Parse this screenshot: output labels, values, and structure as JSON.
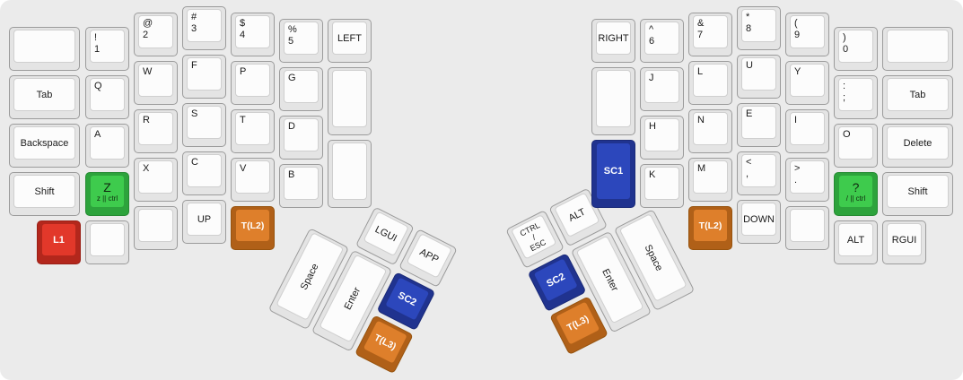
{
  "colors": {
    "board_background": "#ebebeb",
    "key_white": "#fcfcfc",
    "key_green": "#3ecb4d",
    "key_red": "#e2382a",
    "key_orange": "#de7f2b",
    "key_blue": "#2c47bc"
  },
  "keyboard": {
    "left": {
      "main": [
        {
          "t": ""
        },
        {
          "t": "!\n1"
        },
        {
          "t": "@\n2"
        },
        {
          "t": "#\n3"
        },
        {
          "t": "$\n4"
        },
        {
          "t": "%\n5"
        },
        {
          "t": "LEFT"
        },
        {
          "t": "Tab"
        },
        {
          "t": "Q"
        },
        {
          "t": "W"
        },
        {
          "t": "F"
        },
        {
          "t": "P"
        },
        {
          "t": "G"
        },
        {
          "t": ""
        },
        {
          "t": "Backspace"
        },
        {
          "t": "A"
        },
        {
          "t": "R"
        },
        {
          "t": "S"
        },
        {
          "t": "T"
        },
        {
          "t": "D"
        },
        {
          "t": ""
        },
        {
          "t": "Shift"
        },
        {
          "t": "Z",
          "s": "z || ctrl",
          "color": "green"
        },
        {
          "t": "X"
        },
        {
          "t": "C"
        },
        {
          "t": "V"
        },
        {
          "t": "B"
        },
        {
          "t": "L1",
          "color": "red"
        },
        {
          "t": ""
        },
        {
          "t": ""
        },
        {
          "t": "UP"
        },
        {
          "t": "T(L2)",
          "color": "orange"
        }
      ],
      "thumb": [
        {
          "t": "LGUI"
        },
        {
          "t": "APP"
        },
        {
          "t": "Space"
        },
        {
          "t": "Enter"
        },
        {
          "t": "SC2",
          "color": "blue"
        },
        {
          "t": "T(L3)",
          "color": "orange"
        }
      ]
    },
    "right": {
      "main": [
        {
          "t": "RIGHT"
        },
        {
          "t": "^\n6"
        },
        {
          "t": "&\n7"
        },
        {
          "t": "*\n8"
        },
        {
          "t": "(\n9"
        },
        {
          "t": ")\n0"
        },
        {
          "t": ""
        },
        {
          "t": ""
        },
        {
          "t": "J"
        },
        {
          "t": "L"
        },
        {
          "t": "U"
        },
        {
          "t": "Y"
        },
        {
          "t": ":\n;"
        },
        {
          "t": "Tab"
        },
        {
          "t": "SC1",
          "color": "blue"
        },
        {
          "t": "H"
        },
        {
          "t": "N"
        },
        {
          "t": "E"
        },
        {
          "t": "I"
        },
        {
          "t": "O"
        },
        {
          "t": "Delete"
        },
        {
          "t": "K"
        },
        {
          "t": "M"
        },
        {
          "t": "<\n,"
        },
        {
          "t": ">\n."
        },
        {
          "t": "?",
          "s": "/ || ctrl",
          "color": "green"
        },
        {
          "t": "Shift"
        },
        {
          "t": "T(L2)",
          "color": "orange"
        },
        {
          "t": "DOWN"
        },
        {
          "t": ""
        },
        {
          "t": "ALT"
        },
        {
          "t": "RGUI"
        }
      ],
      "thumb": [
        {
          "t": "CTRL\n/\nESC"
        },
        {
          "t": "ALT"
        },
        {
          "t": "SC2",
          "color": "blue"
        },
        {
          "t": "T(L3)",
          "color": "orange"
        },
        {
          "t": "Enter"
        },
        {
          "t": "Space"
        }
      ]
    }
  }
}
